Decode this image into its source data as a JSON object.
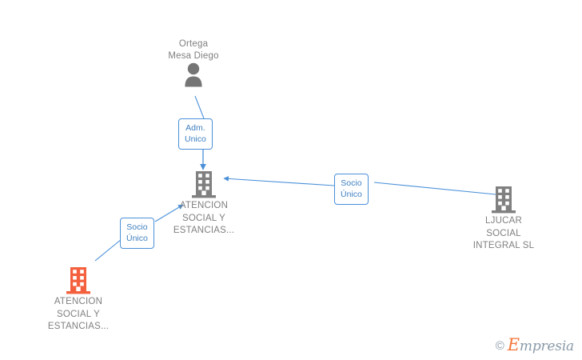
{
  "diagram": {
    "type": "corporate-relationship-graph",
    "background": "#ffffff",
    "colors": {
      "node_text": "#808080",
      "person_icon": "#757575",
      "company_icon": "#808080",
      "company_icon_highlight": "#f4603e",
      "edge": "#4a90d9",
      "label_border": "#4a90d9",
      "label_text": "#3d7fc1",
      "watermark_gray": "#8a9aa8",
      "watermark_orange": "#f4763a"
    },
    "nodes": [
      {
        "id": "person-ortega",
        "kind": "person",
        "icon": "person-icon",
        "label_position": "top",
        "label_lines": [
          "Ortega",
          "Mesa Diego"
        ],
        "highlighted": false
      },
      {
        "id": "company-center",
        "kind": "company",
        "icon": "building-icon",
        "label_position": "bottom",
        "label_lines": [
          "ATENCION",
          "SOCIAL Y",
          "ESTANCIAS..."
        ],
        "highlighted": false
      },
      {
        "id": "company-ljucar",
        "kind": "company",
        "icon": "building-icon",
        "label_position": "bottom",
        "label_lines": [
          "LJUCAR",
          "SOCIAL",
          "INTEGRAL SL"
        ],
        "highlighted": false
      },
      {
        "id": "company-atencion-left",
        "kind": "company",
        "icon": "building-icon",
        "label_position": "bottom",
        "label_lines": [
          "ATENCION",
          "SOCIAL Y",
          "ESTANCIAS..."
        ],
        "highlighted": true
      }
    ],
    "edges": [
      {
        "id": "edge-adm-unico",
        "from": "person-ortega",
        "to": "company-center",
        "label_lines": [
          "Adm.",
          "Unico"
        ],
        "direction": "down"
      },
      {
        "id": "edge-socio-unico-right",
        "from": "company-ljucar",
        "to": "company-center",
        "label_lines": [
          "Socio",
          "Único"
        ],
        "direction": "left"
      },
      {
        "id": "edge-socio-unico-left",
        "from": "company-atencion-left",
        "to": "company-center",
        "label_lines": [
          "Socio",
          "Único"
        ],
        "direction": "up-right"
      }
    ]
  },
  "watermark": {
    "copyright_symbol": "©",
    "brand_initial": "E",
    "brand_rest": "mpresia"
  }
}
